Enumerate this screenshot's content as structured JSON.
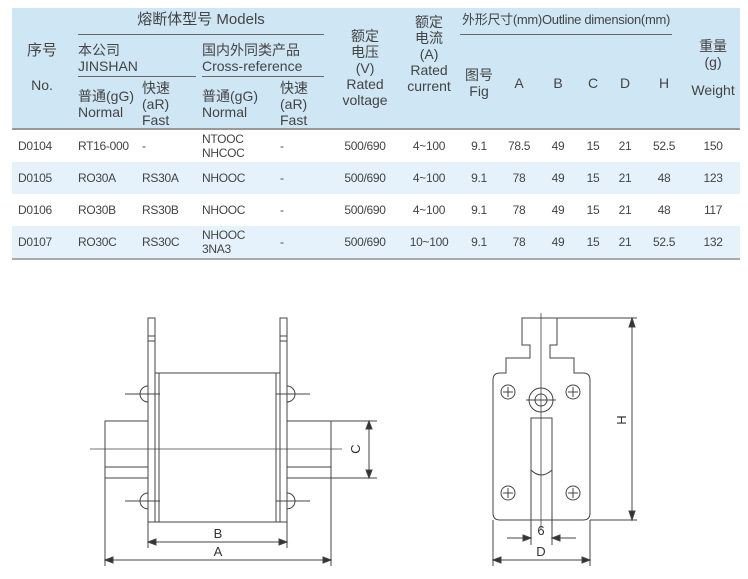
{
  "header": {
    "no_cn": "序号",
    "no_en": "No.",
    "models": "熔断体型号 Models",
    "jinshan_cn": "本公司",
    "jinshan_en": "JINSHAN",
    "cross_cn": "国内外同类产品",
    "cross_en": "Cross-reference",
    "normal_cn": "普通(gG)",
    "normal_en": "Normal",
    "fast_cn": "快速(aR)",
    "fast_en": "Fast",
    "voltage_cn1": "额定",
    "voltage_cn2": "电压",
    "voltage_unit": "(V)",
    "voltage_en1": "Rated",
    "voltage_en2": "voltage",
    "current_cn1": "额定",
    "current_cn2": "电流",
    "current_unit": "(A)",
    "current_en1": "Rated",
    "current_en2": "current",
    "outline": "外形尺寸(mm)Outline dimension(mm)",
    "fig_cn": "图号",
    "fig_en": "Fig",
    "dims": [
      "A",
      "B",
      "C",
      "D",
      "H"
    ],
    "weight_cn": "重量",
    "weight_unit": "(g)",
    "weight_en": "Weight"
  },
  "rows": [
    [
      "D0104",
      "RT16-000",
      "-",
      "NTOOC NHCOC",
      "-",
      "500/690",
      "4~100",
      "9.1",
      "78.5",
      "49",
      "15",
      "21",
      "52.5",
      "150"
    ],
    [
      "D0105",
      "RO30A",
      "RS30A",
      "NHOOC",
      "-",
      "500/690",
      "4~100",
      "9.1",
      "78",
      "49",
      "15",
      "21",
      "48",
      "123"
    ],
    [
      "D0106",
      "RO30B",
      "RS30B",
      "NHOOC",
      "-",
      "500/690",
      "4~100",
      "9.1",
      "78",
      "49",
      "15",
      "21",
      "48",
      "117"
    ],
    [
      "D0107",
      "RO30C",
      "RS30C",
      "NHOOC 3NA3",
      "-",
      "500/690",
      "10~100",
      "9.1",
      "78",
      "49",
      "15",
      "21",
      "52.5",
      "132"
    ]
  ],
  "drawing": {
    "label_a": "A",
    "label_b": "B",
    "label_c": "C",
    "label_d": "D",
    "label_h": "H",
    "label_6": "6"
  }
}
